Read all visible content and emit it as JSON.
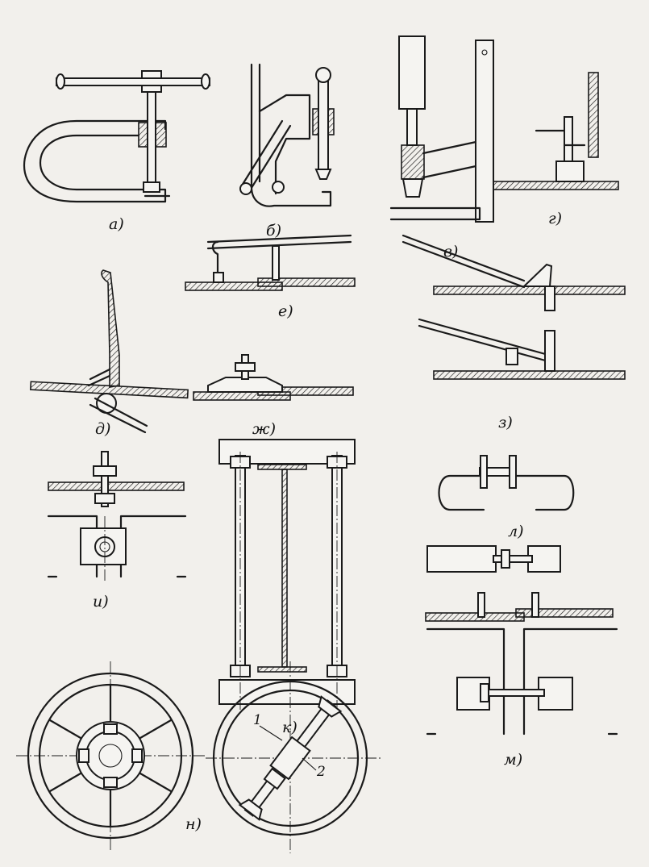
{
  "labels": {
    "a": "а)",
    "b": "б)",
    "v": "в)",
    "g": "г)",
    "d": "д)",
    "e": "е)",
    "zh": "ж)",
    "z": "з)",
    "i": "и)",
    "k": "к)",
    "l": "л)",
    "m": "м)",
    "n": "н)"
  },
  "callouts": {
    "one": "1",
    "two": "2"
  }
}
